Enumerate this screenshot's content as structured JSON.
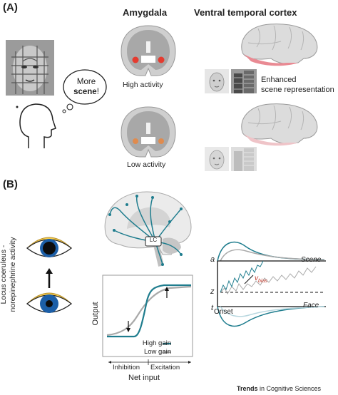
{
  "panel_a": {
    "label": "(A)",
    "columns": {
      "amygdala": "Amygdala",
      "vtc": "Ventral temporal cortex"
    },
    "thought": {
      "line1": "More",
      "line2_bold": "scene",
      "line2_end": "!"
    },
    "high": {
      "caption": "High activity",
      "vtc_caption_line1": "Enhanced",
      "vtc_caption_line2": "scene representation"
    },
    "low": {
      "caption": "Low activity"
    },
    "colors": {
      "amygdala_high": "#e53b2f",
      "amygdala_low": "#e08b4e",
      "vtc_highlight": "#e98a93"
    }
  },
  "panel_b": {
    "label": "(B)",
    "y_axis_text": "Locus coeruleus - norepinephrine activity",
    "lc_label": "LC",
    "gain_chart": {
      "ylabel": "Output",
      "xlabel": "Net input",
      "inhibition": "Inhibition",
      "excitation": "Excitation",
      "legend": [
        "High gain",
        "Low gain"
      ]
    },
    "ddm": {
      "label_a": "a",
      "label_z": "z",
      "label_t": "t",
      "onset": "Onset",
      "scene": "Scene",
      "face": "Face",
      "bias_label": "bias"
    },
    "colors": {
      "teal": "#1f7d8e",
      "grey": "#a9a9a9",
      "eye_lid": "#f2c94c",
      "eye_iris": "#1c5fa8"
    }
  },
  "footer": {
    "credit_bold": "Trends",
    "credit_rest": " in Cognitive Sciences"
  }
}
